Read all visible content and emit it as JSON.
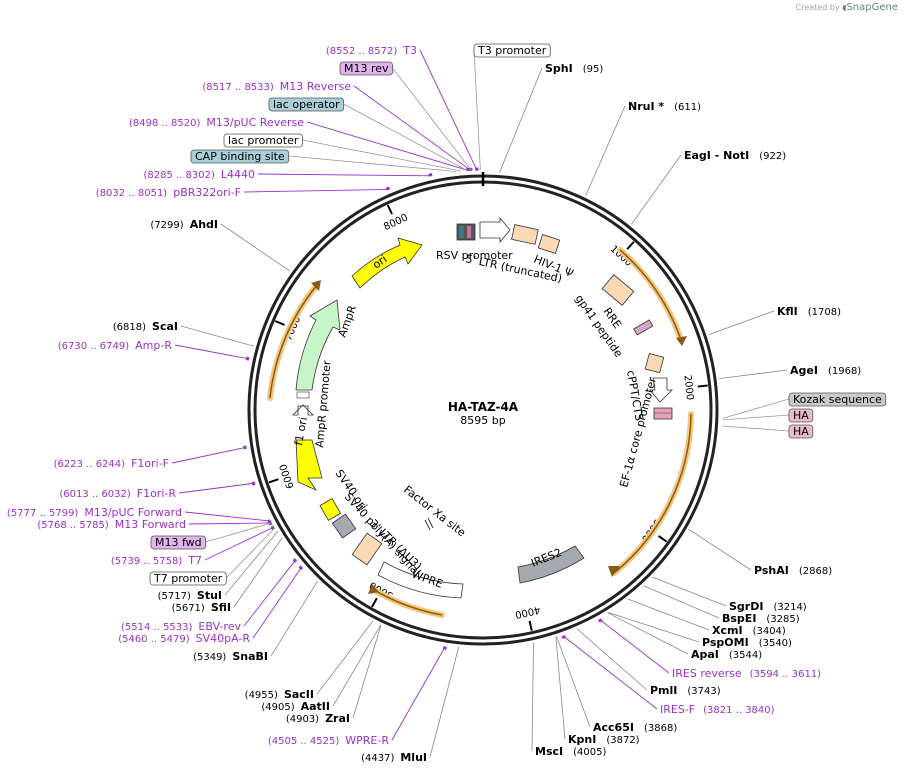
{
  "branding": {
    "prefix": "Created by",
    "name": "SnapGene"
  },
  "plasmid": {
    "name": "HA-TAZ-4A",
    "size": "8595 bp"
  },
  "ticks": [
    {
      "label": "1000",
      "pos": 1000
    },
    {
      "label": "2000",
      "pos": 2000
    },
    {
      "label": "3000",
      "pos": 3000
    },
    {
      "label": "4000",
      "pos": 4000
    },
    {
      "label": "5000",
      "pos": 5000
    },
    {
      "label": "6000",
      "pos": 6000
    },
    {
      "label": "7000",
      "pos": 7000
    },
    {
      "label": "8000",
      "pos": 8000
    }
  ],
  "enzymes": [
    {
      "name": "SphI",
      "pos": "(95)",
      "site": 95
    },
    {
      "name": "NruI *",
      "pos": "(611)",
      "site": 611
    },
    {
      "name": "EagI  - NotI",
      "pos": "(922)",
      "site": 922
    },
    {
      "name": "KflI",
      "pos": "(1708)",
      "site": 1708
    },
    {
      "name": "AgeI",
      "pos": "(1968)",
      "site": 1968
    },
    {
      "name": "PshAI",
      "pos": "(2868)",
      "site": 2868
    },
    {
      "name": "SgrDI",
      "pos": "(3214)",
      "site": 3214
    },
    {
      "name": "BspEI",
      "pos": "(3285)",
      "site": 3285
    },
    {
      "name": "XcmI",
      "pos": "(3404)",
      "site": 3404
    },
    {
      "name": "PspOMI",
      "pos": "(3540)",
      "site": 3540
    },
    {
      "name": "ApaI",
      "pos": "(3544)",
      "site": 3544
    },
    {
      "name": "PmlI",
      "pos": "(3743)",
      "site": 3743
    },
    {
      "name": "Acc65I",
      "pos": "(3868)",
      "site": 3868
    },
    {
      "name": "KpnI",
      "pos": "(3872)",
      "site": 3872
    },
    {
      "name": "MscI",
      "pos": "(4005)",
      "site": 4005
    },
    {
      "name": "MluI",
      "pos": "(4437)",
      "site": 4437
    },
    {
      "name": "ZraI",
      "pos": "(4903)",
      "site": 4903
    },
    {
      "name": "AatII",
      "pos": "(4905)",
      "site": 4905
    },
    {
      "name": "SacII",
      "pos": "(4955)",
      "site": 4955
    },
    {
      "name": "SnaBI",
      "pos": "(5349)",
      "site": 5349
    },
    {
      "name": "SfiI",
      "pos": "(5671)",
      "site": 5671
    },
    {
      "name": "StuI",
      "pos": "(5717)",
      "site": 5717
    },
    {
      "name": "ScaI",
      "pos": "(6818)",
      "site": 6818
    },
    {
      "name": "AhdI",
      "pos": "(7299)",
      "site": 7299
    }
  ],
  "primers": [
    {
      "name": "T3",
      "range": "(8552 .. 8572)",
      "site": 8560
    },
    {
      "name": "M13 Reverse",
      "range": "(8517 .. 8533)",
      "site": 8525
    },
    {
      "name": "M13/pUC Reverse",
      "range": "(8498 .. 8520)",
      "site": 8510
    },
    {
      "name": "L4440",
      "range": "(8285 .. 8302)",
      "site": 8294
    },
    {
      "name": "pBR322ori-F",
      "range": "(8032 .. 8051)",
      "site": 8040
    },
    {
      "name": "Amp-R",
      "range": "(6730 .. 6749)",
      "site": 6740
    },
    {
      "name": "F1ori-F",
      "range": "(6223 .. 6244)",
      "site": 6233
    },
    {
      "name": "F1ori-R",
      "range": "(6013 .. 6032)",
      "site": 6022
    },
    {
      "name": "M13/pUC Forward",
      "range": "(5777 .. 5799)",
      "site": 5788
    },
    {
      "name": "M13 Forward",
      "range": "(5768 .. 5785)",
      "site": 5776
    },
    {
      "name": "T7",
      "range": "(5739 .. 5758)",
      "site": 5748
    },
    {
      "name": "EBV-rev",
      "range": "(5514 .. 5533)",
      "site": 5523
    },
    {
      "name": "SV40pA-R",
      "range": "(5460 .. 5479)",
      "site": 5470
    },
    {
      "name": "WPRE-R",
      "range": "(4505 .. 4525)",
      "site": 4515
    },
    {
      "name": "IRES-F",
      "range": "(3821 .. 3840)",
      "site": 3830
    },
    {
      "name": "IRES reverse",
      "range": "(3594 .. 3611)",
      "site": 3602
    }
  ],
  "boxed_labels": [
    {
      "text": "T3 promoter",
      "style": "white",
      "site": 8580
    },
    {
      "text": "M13 rev",
      "style": "violet",
      "site": 8528
    },
    {
      "text": "lac operator",
      "style": "teal",
      "site": 8505
    },
    {
      "text": "lac promoter",
      "style": "white",
      "site": 8470
    },
    {
      "text": "CAP binding site",
      "style": "teal",
      "site": 8440
    },
    {
      "text": "Kozak sequence",
      "style": "gray",
      "site": 2196
    },
    {
      "text": "HA",
      "style": "pink",
      "site": 2205
    },
    {
      "text": "HA",
      "style": "pink",
      "site": 2240
    },
    {
      "text": "M13 fwd",
      "style": "violet",
      "site": 5776
    },
    {
      "text": "T7 promoter",
      "style": "white",
      "site": 5740
    }
  ],
  "features": [
    {
      "label": "RSV promoter"
    },
    {
      "label": "5' LTR (truncated)"
    },
    {
      "label": "HIV-1 Ψ"
    },
    {
      "label": "RRE"
    },
    {
      "label": "gp41 peptide"
    },
    {
      "label": "cPPT/CTS"
    },
    {
      "label": "EF-1α core promoter"
    },
    {
      "label": "IRES2"
    },
    {
      "label": "WPRE"
    },
    {
      "label": "3' LTR (ΔU3)"
    },
    {
      "label": "SV40 poly(A) signal"
    },
    {
      "label": "SV40 ori"
    },
    {
      "label": "Factor Xa site"
    },
    {
      "label": "f1 ori"
    },
    {
      "label": "AmpR promoter"
    },
    {
      "label": "AmpR"
    },
    {
      "label": "ori"
    }
  ],
  "colors": {
    "primer": "#9b30c8",
    "orf_outline": "#e8b45a",
    "ori_fill": "#ffff00",
    "ampr_fill": "#c8f5c8",
    "ltr_fill": "#fbd9b5",
    "ires_fill": "#a4aab0"
  }
}
